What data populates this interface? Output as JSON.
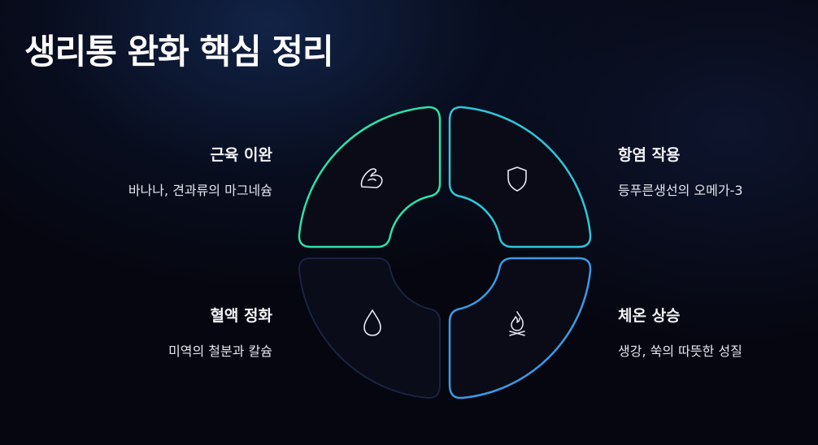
{
  "title": "생리통 완화 핵심 정리",
  "segments": [
    {
      "id": "muscle",
      "label": "근육 이완",
      "desc": "바나나, 견과류의 마그네슘",
      "icon": "flexed-arm-icon",
      "color": "#2de2a8"
    },
    {
      "id": "anti-inflammatory",
      "label": "항염 작용",
      "desc": "등푸른생선의 오메가-3",
      "icon": "shield-icon",
      "color": "#2ec7dc"
    },
    {
      "id": "blood",
      "label": "혈액 정화",
      "desc": "미역의 철분과 칼슘",
      "icon": "droplet-icon",
      "color": "#1a2340"
    },
    {
      "id": "warmth",
      "label": "체온 상승",
      "desc": "생강, 쑥의 따뜻한 성질",
      "icon": "fire-icon",
      "color": "#3b9ae6"
    }
  ]
}
